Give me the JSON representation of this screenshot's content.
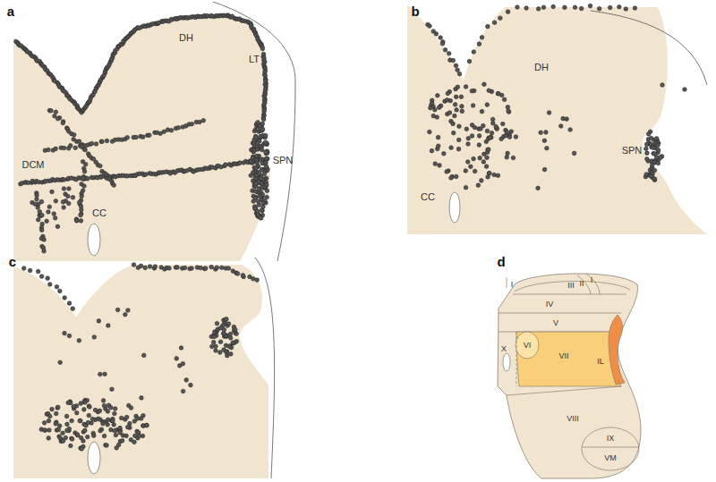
{
  "diagram": {
    "labels": [
      "a",
      "DH",
      "LT",
      "DCM",
      "SPN",
      "CC",
      "b",
      "DH",
      "SPN",
      "CC",
      "c",
      "d",
      "I",
      "III",
      "II",
      "I",
      "IV",
      "V",
      "X",
      "VI",
      "VII",
      "IL",
      "VIII",
      "IX",
      "VM"
    ]
  }
}
